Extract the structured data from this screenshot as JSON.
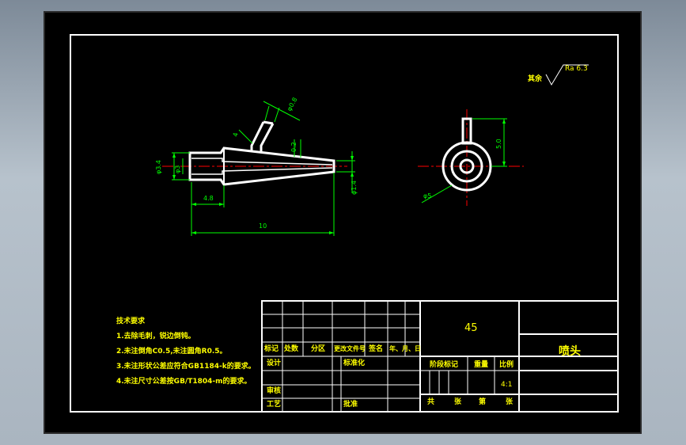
{
  "roughness": {
    "prefix": "其余",
    "value": "Ra 6.3"
  },
  "dimensions": {
    "tube_dia": "φ0.8",
    "tube_len": "4",
    "wall": "0.2",
    "outer_dia": "φ3.4",
    "inner_dia": "φ3",
    "tip_dia": "φ1.4",
    "shank_len": "4.8",
    "total_len": "10",
    "circle_dia": "φ5",
    "height": "5.0"
  },
  "tech_requirements": {
    "title": "技术要求",
    "items": [
      "1.去除毛刺，锐边倒钝。",
      "2.未注倒角C0.5,未注圆角R0.5。",
      "3.未注形状公差应符合GB1184-k的要求。",
      "4.未注尺寸公差按GB/T1804-m的要求。"
    ]
  },
  "title_block": {
    "material": "45",
    "part_name": "喷头",
    "revision_headers": [
      "标记",
      "处数",
      "分区",
      "更改文件号",
      "签名",
      "年、月、日"
    ],
    "design": "设计",
    "standardize": "标准化",
    "stage_mark": "阶段标记",
    "weight": "重量",
    "scale_label": "比例",
    "scale_value": "4:1",
    "review": "审核",
    "process": "工艺",
    "approve": "批准",
    "total": "共",
    "sheets": "张",
    "sheet_no": "第",
    "sheet_unit": "张"
  },
  "colors": {
    "background": "#000000",
    "outline": "#ffffff",
    "dimension": "#00ff00",
    "centerline": "#ff0000",
    "label": "#ffff00"
  }
}
